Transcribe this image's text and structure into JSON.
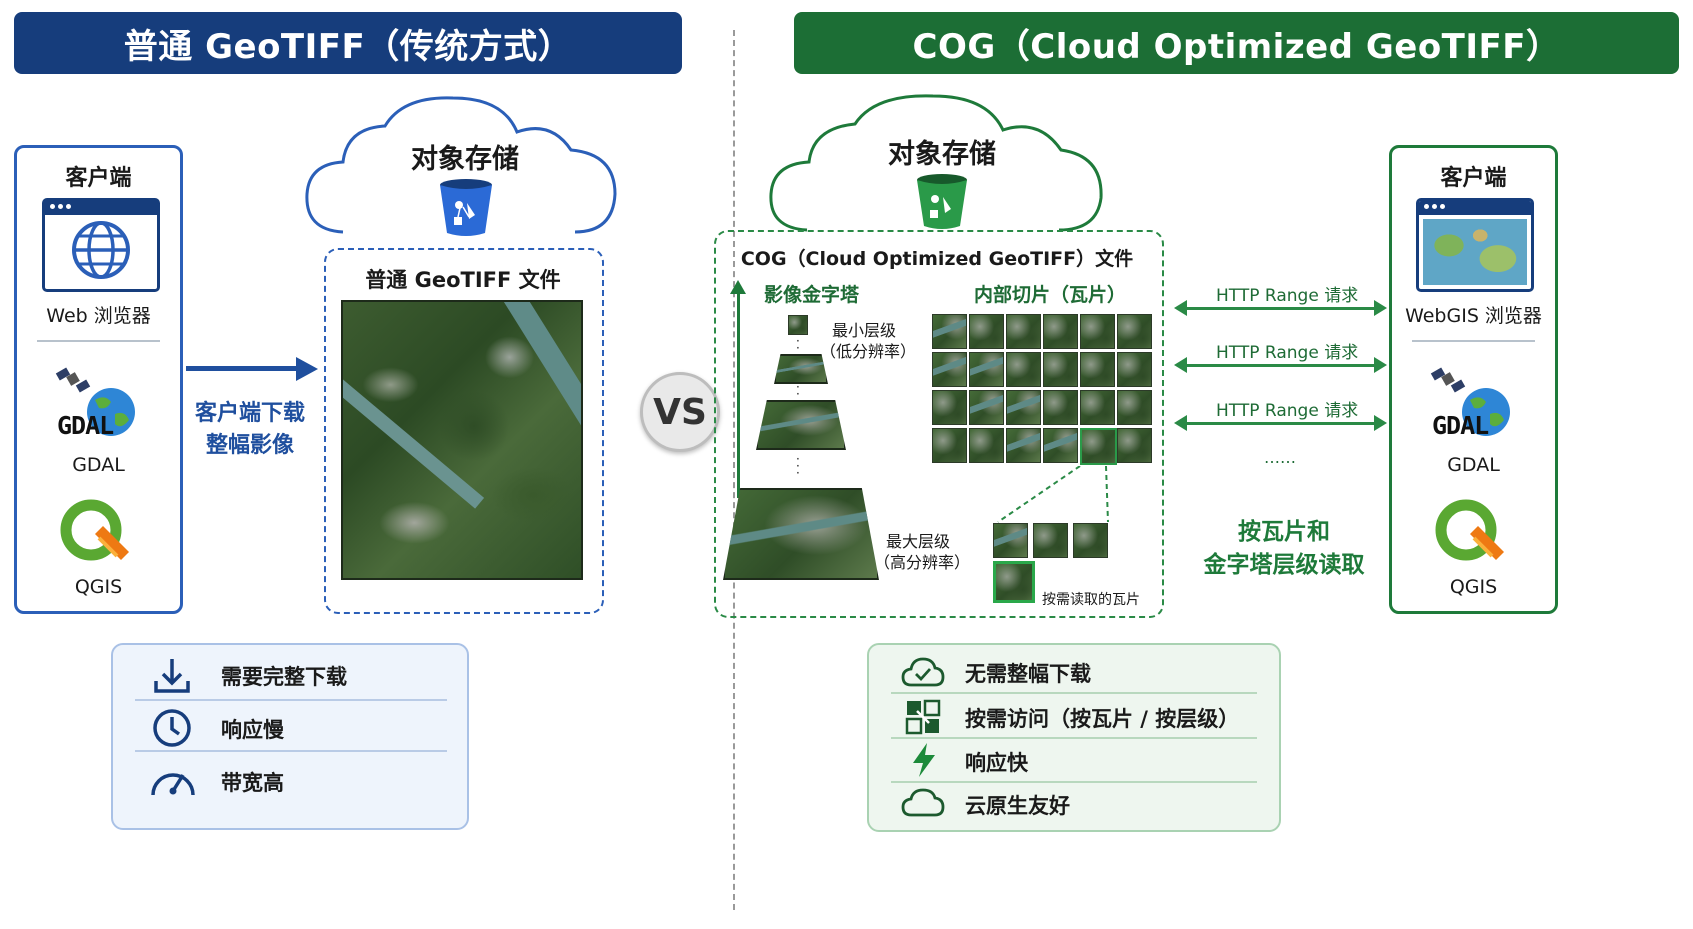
{
  "left": {
    "banner": "普通 GeoTIFF（传统方式）",
    "client_title": "客户端",
    "browser_label": "Web 浏览器",
    "gdal_logo_text": "GDAL",
    "gdal_label": "GDAL",
    "qgis_label": "QGIS",
    "cloud_title": "对象存储",
    "file_title": "普通 GeoTIFF 文件",
    "arrow_text_1": "客户端下载",
    "arrow_text_2": "整幅影像",
    "features": [
      "需要完整下载",
      "响应慢",
      "带宽高"
    ]
  },
  "vs": "VS",
  "right": {
    "banner": "COG（Cloud Optimized GeoTIFF）",
    "cloud_title": "对象存储",
    "file_title": "COG（Cloud Optimized GeoTIFF）文件",
    "pyramid_title": "影像金字塔",
    "tiles_title": "内部切片（瓦片）",
    "min_level_1": "最小层级",
    "min_level_2": "（低分辨率）",
    "max_level_1": "最大层级",
    "max_level_2": "（高分辨率）",
    "on_demand_tiles": "按需读取的瓦片",
    "http_requests": [
      "HTTP Range 请求",
      "HTTP Range 请求",
      "HTTP Range 请求"
    ],
    "ellipsis": "……",
    "read_text_1": "按瓦片和",
    "read_text_2": "金字塔层级读取",
    "client_title": "客户端",
    "browser_label": "WebGIS 浏览器",
    "gdal_logo_text": "GDAL",
    "gdal_label": "GDAL",
    "qgis_label": "QGIS",
    "features": [
      "无需整幅下载",
      "按需访问（按瓦片 / 按层级）",
      "响应快",
      "云原生友好"
    ]
  },
  "colors": {
    "blue_dark": "#163d7c",
    "blue": "#2b5fb8",
    "green_dark": "#1c6e35",
    "green": "#1e7a3a"
  }
}
